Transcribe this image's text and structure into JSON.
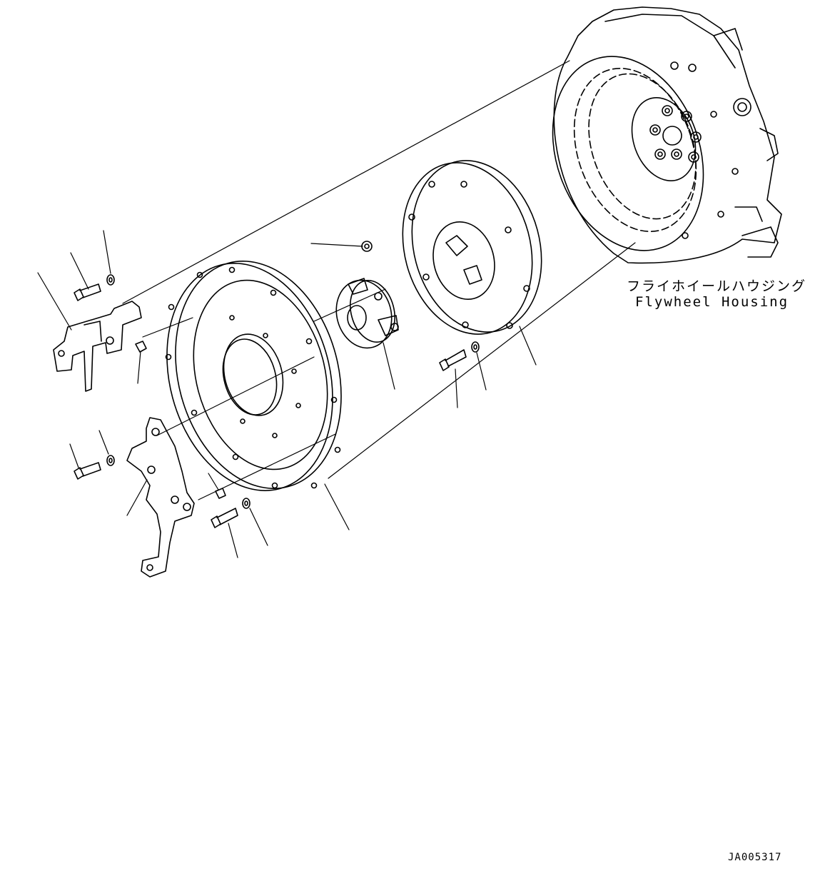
{
  "labels": {
    "housing_jp": "フライホイールハウジング",
    "housing_en": "Flywheel Housing",
    "drawing_code": "JA005317"
  },
  "colors": {
    "line": "#000000",
    "background": "#ffffff"
  },
  "icons": [
    "bolt-icon",
    "washer-icon",
    "nut-icon"
  ]
}
